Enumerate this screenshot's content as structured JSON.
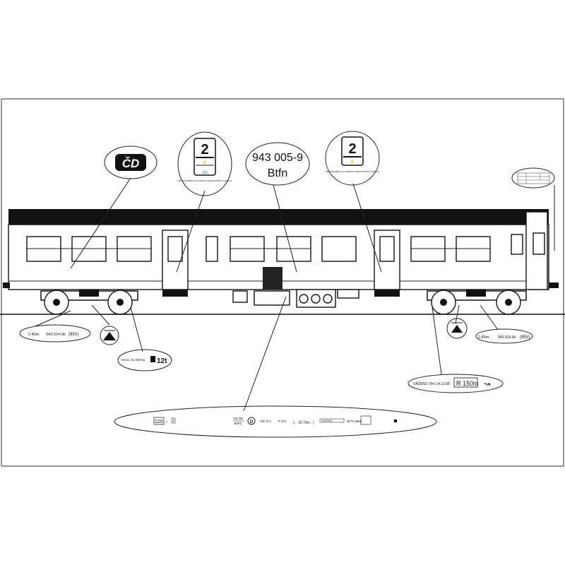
{
  "logo": {
    "text": "ČD"
  },
  "class_sign_left": {
    "class": "2",
    "note": "PŘI OTEVŘENÝCH DVEŘÍCH NEOPOUŠTĚT VOZIDLO"
  },
  "class_sign_right": {
    "class": "2",
    "note": "PŘI OTEVŘENÝCH DVEŘÍCH NEOPOUŠTĚT VOZIDLO"
  },
  "vehicle": {
    "number": "943 005-9",
    "type": "Btfn"
  },
  "bogie_left": {
    "wheelbase": "2.40m",
    "bogie_code": "943 014-0b",
    "variant": "(95V)"
  },
  "bogie_right": {
    "wheelbase": "2.40m",
    "bogie_code": "943 014-0b",
    "variant": "(95V)"
  },
  "weight": {
    "label": "Hmot. 31 030 kg",
    "brake_weight": "12t"
  },
  "weighing": {
    "label": "VÁŽENO: Brn 14.11.08",
    "radius": "R 150m"
  },
  "underframe_strip": {
    "speed": "120",
    "code_a": "2",
    "fraction_top": "33t 38t",
    "fraction_bottom": "64P1",
    "brake_symbol": "D",
    "brake_type": "DK-P-A",
    "p_value": "P 371",
    "length": "19.70m",
    "code_box": "00000000",
    "tank": "NFTI 360L"
  }
}
